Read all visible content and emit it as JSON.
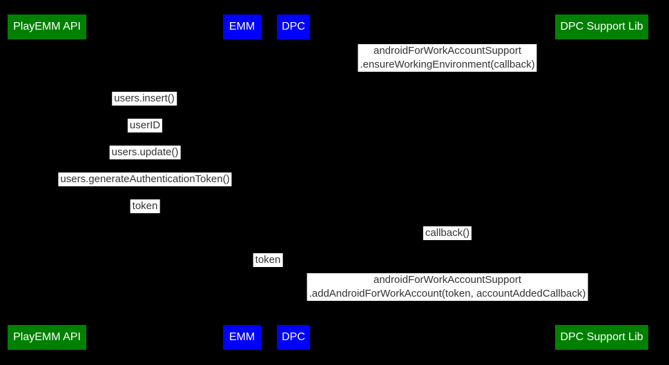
{
  "canvas": {
    "background": "#000000"
  },
  "participants": [
    {
      "id": "playemm-api",
      "label": "PlayEMM API",
      "fill": "#008000",
      "text_color": "#ffffff"
    },
    {
      "id": "emm",
      "label": "EMM",
      "fill": "#0000ff",
      "text_color": "#ffffff"
    },
    {
      "id": "dpc",
      "label": "DPC",
      "fill": "#0000ff",
      "text_color": "#ffffff"
    },
    {
      "id": "dpc-support-lib",
      "label": "DPC Support Lib",
      "fill": "#008000",
      "text_color": "#ffffff"
    }
  ],
  "messages": [
    {
      "from": "dpc",
      "to": "dpc-support-lib",
      "lines": [
        "androidForWorkAccountSupport",
        ".ensureWorkingEnvironment(callback)"
      ]
    },
    {
      "from": "emm",
      "to": "playemm-api",
      "lines": [
        "users.insert()"
      ]
    },
    {
      "from": "playemm-api",
      "to": "emm",
      "lines": [
        "userID"
      ]
    },
    {
      "from": "emm",
      "to": "playemm-api",
      "lines": [
        "users.update()"
      ]
    },
    {
      "from": "emm",
      "to": "playemm-api",
      "lines": [
        "users.generateAuthenticationToken()"
      ]
    },
    {
      "from": "playemm-api",
      "to": "emm",
      "lines": [
        "token"
      ]
    },
    {
      "from": "dpc-support-lib",
      "to": "dpc",
      "lines": [
        "callback()"
      ]
    },
    {
      "from": "emm",
      "to": "dpc",
      "lines": [
        "token"
      ]
    },
    {
      "from": "dpc",
      "to": "dpc-support-lib",
      "lines": [
        "androidForWorkAccountSupport",
        ".addAndroidForWorkAccount(token, accountAddedCallback)"
      ]
    }
  ],
  "label_style": {
    "background": "#ffffff",
    "text_color": "#333333"
  }
}
